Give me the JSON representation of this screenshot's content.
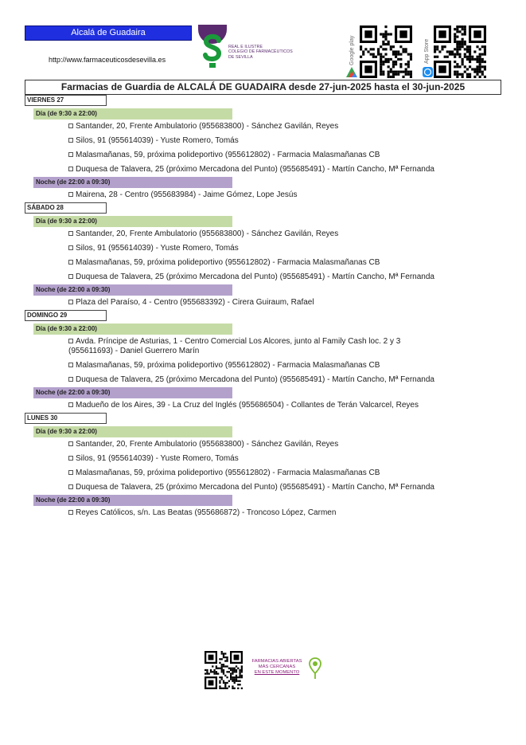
{
  "header": {
    "town": "Alcalá de Guadaira",
    "url": "http://www.farmaceuticosdesevilla.es",
    "logo_text_lines": [
      "Real e Ilustre",
      "Colegio de Farmacéuticos",
      "de Sevilla"
    ],
    "google_play_label": "Google play",
    "app_store_label": "App Store"
  },
  "title": "Farmacias de Guardia de ALCALÁ DE GUADAIRA desde 27-jun-2025 hasta el 30-jun-2025",
  "days": [
    {
      "label": "VIERNES 27",
      "shifts": [
        {
          "type": "day",
          "label": "Día (de 9:30 a 22:00)",
          "entries": [
            "Santander, 20, Frente Ambulatorio (955683800) - Sánchez Gavilán, Reyes",
            "Silos, 91 (955614039) - Yuste Romero, Tomás",
            "Malasmañanas, 59, próxima polideportivo (955612802) - Farmacia Malasmañanas CB",
            "Duquesa de Talavera, 25 (próximo Mercadona del Punto) (955685491) - Martín Cancho, Mª Fernanda"
          ]
        },
        {
          "type": "night",
          "label": "Noche (de 22:00 a 09:30)",
          "entries": [
            "Mairena, 28 - Centro (955683984) - Jaime Gómez, Lope Jesús"
          ]
        }
      ]
    },
    {
      "label": "SÁBADO 28",
      "shifts": [
        {
          "type": "day",
          "label": "Día (de 9:30 a 22:00)",
          "entries": [
            "Santander, 20, Frente Ambulatorio (955683800) - Sánchez Gavilán, Reyes",
            "Silos, 91 (955614039) - Yuste Romero, Tomás",
            "Malasmañanas, 59, próxima polideportivo (955612802) - Farmacia Malasmañanas CB",
            "Duquesa de Talavera, 25 (próximo Mercadona del Punto) (955685491) - Martín Cancho, Mª Fernanda"
          ]
        },
        {
          "type": "night",
          "label": "Noche (de 22:00 a 09:30)",
          "entries": [
            "Plaza del Paraíso, 4 - Centro (955683392) - Cirera Guiraum, Rafael"
          ]
        }
      ]
    },
    {
      "label": "DOMINGO 29",
      "shifts": [
        {
          "type": "day",
          "label": "Día (de 9:30 a 22:00)",
          "entries": [
            "Avda. Príncipe de Asturias, 1 - Centro Comercial Los Alcores, junto al Family Cash loc. 2 y 3 (955611693) - Daniel Guerrero Marín",
            "Malasmañanas, 59, próxima polideportivo (955612802) - Farmacia Malasmañanas CB",
            "Duquesa de Talavera, 25 (próximo Mercadona del Punto) (955685491) - Martín Cancho, Mª Fernanda"
          ]
        },
        {
          "type": "night",
          "label": "Noche (de 22:00 a 09:30)",
          "entries": [
            "Madueño de los Aires, 39 - La Cruz del Inglés (955686504) - Collantes de Terán Valcarcel, Reyes"
          ]
        }
      ]
    },
    {
      "label": "LUNES 30",
      "shifts": [
        {
          "type": "day",
          "label": "Día (de 9:30 a 22:00)",
          "entries": [
            "Santander, 20, Frente Ambulatorio (955683800) - Sánchez Gavilán, Reyes",
            "Silos, 91 (955614039) - Yuste Romero, Tomás",
            "Malasmañanas, 59, próxima polideportivo (955612802) - Farmacia Malasmañanas CB",
            "Duquesa de Talavera, 25 (próximo Mercadona del Punto) (955685491) - Martín Cancho, Mª Fernanda"
          ]
        },
        {
          "type": "night",
          "label": "Noche (de 22:00 a 09:30)",
          "entries": [
            "Reyes Católicos, s/n. Las Beatas (955686872) - Troncoso López, Carmen"
          ]
        }
      ]
    }
  ],
  "footer": {
    "text_lines": [
      "Farmacias abiertas",
      "más cercanas",
      "en este momento"
    ]
  },
  "colors": {
    "town_bg": "#1f2fe0",
    "day_shift": "#c5dba6",
    "night_shift": "#b3a1cc",
    "brand_purple": "#5a2a6e",
    "brand_green": "#1a9a3a"
  }
}
